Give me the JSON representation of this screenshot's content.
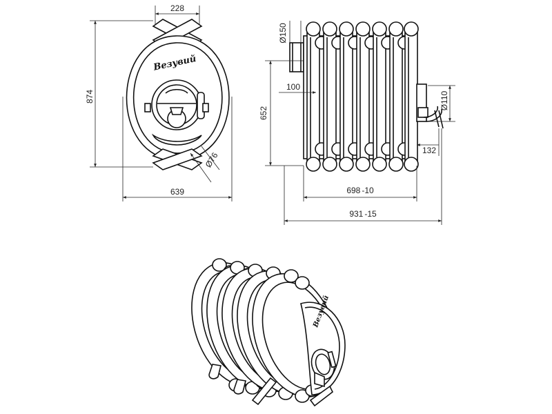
{
  "front_view": {
    "logo": "Везувий",
    "dims": {
      "top_width": "228",
      "height": "874",
      "width": "639",
      "leg_diameter": "Ø76"
    }
  },
  "side_view": {
    "dims": {
      "flue_diameter": "Ø150",
      "flue_offset": "100",
      "flue_height": "652",
      "outlet_diameter": "Ø110",
      "outlet_offset": "132",
      "body_length": "698",
      "body_tolerance": "-10",
      "total_length": "931",
      "total_tolerance": "-15"
    }
  },
  "iso_view": {
    "logo": "Везувий"
  },
  "colors": {
    "line": "#111111",
    "background": "#ffffff"
  }
}
